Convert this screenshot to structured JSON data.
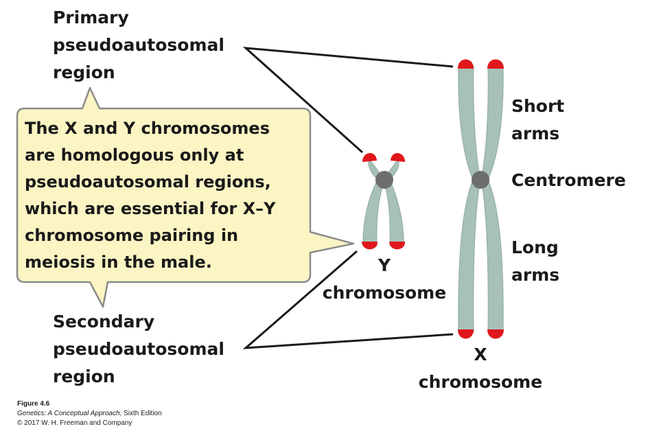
{
  "colors": {
    "chromosome_fill": "#a7c1b7",
    "chromosome_edge": "#8fa9a0",
    "pseudoautosomal_tip": "#e0181c",
    "centromere": "#6e6e6e",
    "callout_fill": "#fbf5c4",
    "callout_border": "#8a8a8a",
    "leader_line": "#1a1a1a"
  },
  "labels": {
    "primary_region": [
      "Primary",
      "pseudoautosomal",
      "region"
    ],
    "secondary_region": [
      "Secondary",
      "pseudoautosomal",
      "region"
    ],
    "short_arms": [
      "Short",
      "arms"
    ],
    "centromere": "Centromere",
    "long_arms": [
      "Long",
      "arms"
    ],
    "y_chromosome": [
      "Y",
      "chromosome"
    ],
    "x_chromosome": [
      "X",
      "chromosome"
    ]
  },
  "callout": {
    "lines": [
      "The X and Y chromosomes",
      "are homologous only at",
      "pseudoautosomal regions,",
      "which are essential for X–Y",
      "chromosome pairing in",
      "meiosis in the male."
    ]
  },
  "credit": {
    "figure": "Figure 4.6",
    "book_title": "Genetics: A Conceptual Approach",
    "edition": ", Sixth Edition",
    "copyright": "© 2017 W. H. Freeman and Company"
  }
}
